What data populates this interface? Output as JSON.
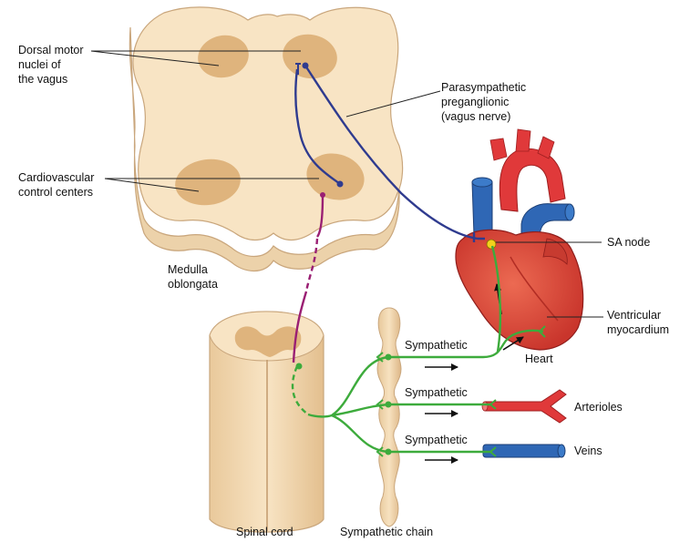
{
  "labels": {
    "dorsal_motor_1": "Dorsal motor",
    "dorsal_motor_2": "nuclei of",
    "dorsal_motor_3": "the vagus",
    "cardio_1": "Cardiovascular",
    "cardio_2": "control centers",
    "medulla_1": "Medulla",
    "medulla_2": "oblongata",
    "parasym_1": "Parasympathetic",
    "parasym_2": "preganglionic",
    "parasym_3": "(vagus nerve)",
    "sa_node": "SA node",
    "ventricular_1": "Ventricular",
    "ventricular_2": "myocardium",
    "heart": "Heart",
    "sympathetic_1": "Sympathetic",
    "sympathetic_2": "Sympathetic",
    "sympathetic_3": "Sympathetic",
    "arterioles": "Arterioles",
    "veins": "Veins",
    "spinal_cord": "Spinal cord",
    "sympathetic_chain": "Sympathetic chain"
  },
  "colors": {
    "tissue": "#f8e4c4",
    "tissue_side": "#ecd2aa",
    "tissue_outline": "#c9a67c",
    "nucleus": "#dfb47d",
    "parasympathetic_nerve": "#2f3b8f",
    "sympathetic_nerve": "#3dab3c",
    "preganglionic_tract": "#9a1f73",
    "heart_red": "#d94a3d",
    "artery_red": "#e0393a",
    "vein_blue": "#2f67b5",
    "sa_node": "#f2d21c"
  },
  "icons": [
    "arrow-right-icon",
    "arrow-up-icon"
  ]
}
